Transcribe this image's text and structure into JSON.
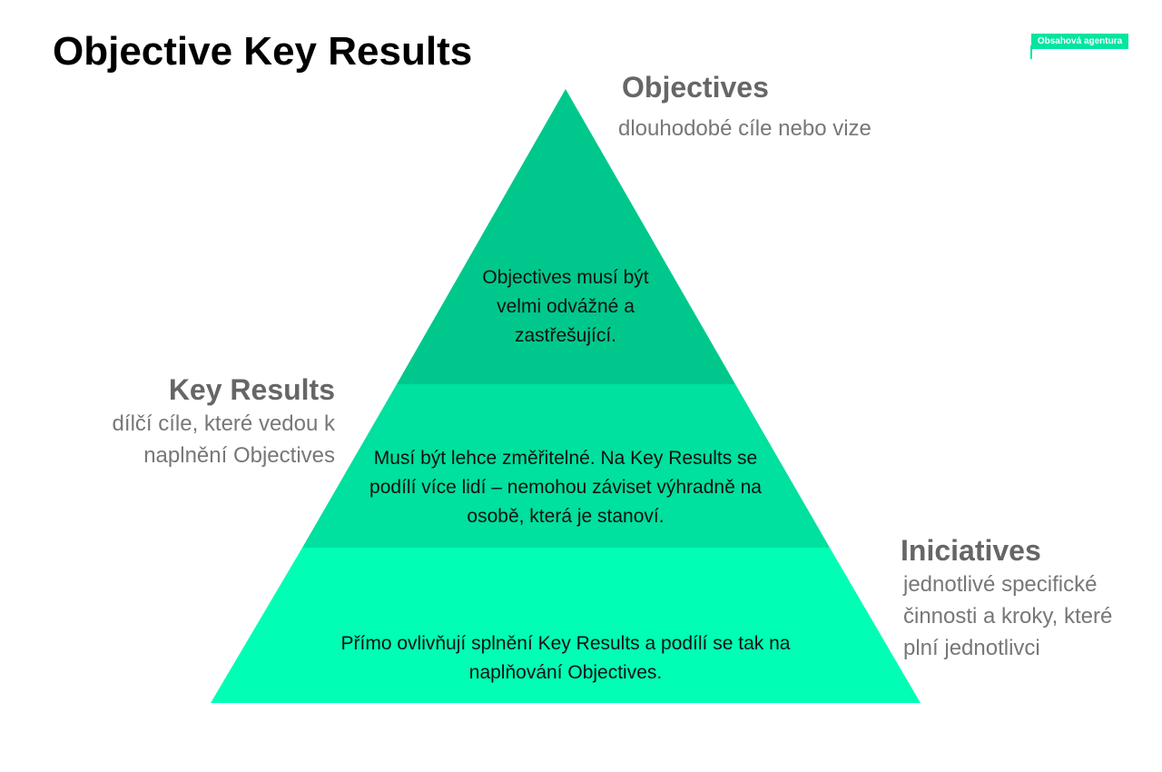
{
  "title": "Objective Key Results",
  "badge": "Obsahová agentura",
  "colors": {
    "top": "#00c88c",
    "middle": "#00e09e",
    "bottom": "#00ffb4",
    "badge": "#00e5a0"
  },
  "tiers": [
    {
      "level": "top",
      "text": "Objectives musí být velmi odvážné a zastřešující."
    },
    {
      "level": "middle",
      "text": "Musí být lehce změřitelné. Na Key Results se podílí více lidí – nemohou záviset výhradně na osobě, která je stanoví."
    },
    {
      "level": "bottom",
      "text": "Přímo ovlivňují splnění Key Results a podílí se tak na naplňování Objectives."
    }
  ],
  "labels": {
    "objectives": {
      "heading": "Objectives",
      "description": "dlouhodobé cíle nebo vize"
    },
    "key_results": {
      "heading": "Key Results",
      "description": "dílčí cíle, které vedou k naplnění Objectives"
    },
    "initiatives": {
      "heading": "Iniciatives",
      "description": "jednotlivé specifické činnosti a kroky, které plní jednotlivci"
    }
  }
}
